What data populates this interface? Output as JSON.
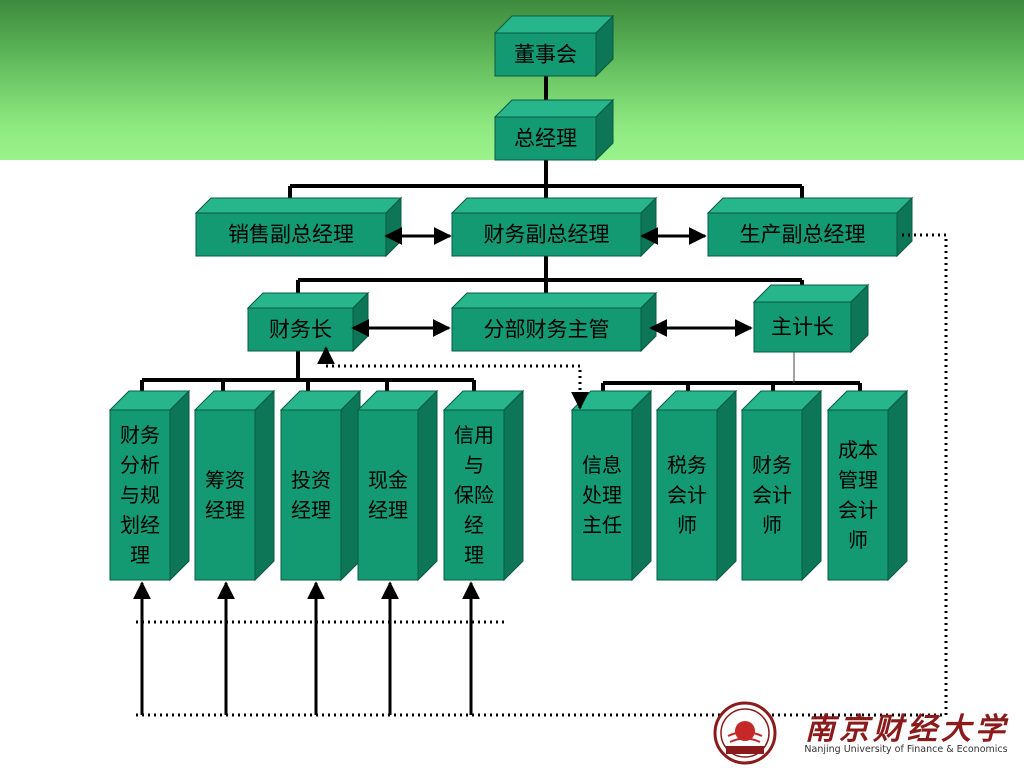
{
  "colors": {
    "box_front": "#139a72",
    "box_top": "#27b68c",
    "box_side": "#0c7657",
    "box_edge": "#0a5a43",
    "banner_dark": "#3d8a3d",
    "banner_light": "#9af28a",
    "logo_red": "#8b1a1a"
  },
  "nodes": [
    {
      "id": "board",
      "label": "董事会"
    },
    {
      "id": "gm",
      "label": "总经理"
    },
    {
      "id": "vp-sales",
      "label": "销售副总经理"
    },
    {
      "id": "vp-finance",
      "label": "财务副总经理"
    },
    {
      "id": "vp-production",
      "label": "生产副总经理"
    },
    {
      "id": "treasurer",
      "label": "财务长"
    },
    {
      "id": "division-finance",
      "label": "分部财务主管"
    },
    {
      "id": "controller",
      "label": "主计长"
    },
    {
      "id": "planning-manager",
      "lines": [
        "财务",
        "分析",
        "与规",
        "划经",
        "理"
      ]
    },
    {
      "id": "funding-manager",
      "lines": [
        "筹资",
        "经理"
      ]
    },
    {
      "id": "investment-manager",
      "lines": [
        "投资",
        "经理"
      ]
    },
    {
      "id": "cash-manager",
      "lines": [
        "现金",
        "经理"
      ]
    },
    {
      "id": "credit-insurance-manager",
      "lines": [
        "信用",
        "与",
        "保险",
        "经",
        "理"
      ]
    },
    {
      "id": "info-processing-director",
      "lines": [
        "信息",
        "处理",
        "主任"
      ]
    },
    {
      "id": "tax-accountant",
      "lines": [
        "税务",
        "会计",
        "师"
      ]
    },
    {
      "id": "financial-accountant",
      "lines": [
        "财务",
        "会计",
        "师"
      ]
    },
    {
      "id": "cost-accountant",
      "lines": [
        "成本",
        "管理",
        "会计",
        "师"
      ]
    }
  ],
  "logo": {
    "name_cn": "南京财经大学",
    "name_en": "Nanjing University of Finance & Economics"
  }
}
